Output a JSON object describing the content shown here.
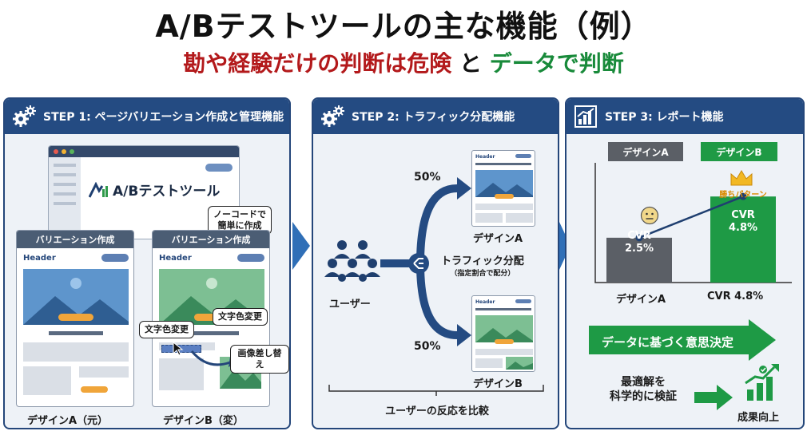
{
  "title": "A/Bテストツールの主な機能（例）",
  "subtitle": {
    "part1": "勘や経験だけの判断は危険",
    "part2": "と",
    "part3": "データで判断"
  },
  "colors": {
    "navy": "#244b82",
    "red": "#b3191b",
    "green": "#188a3a",
    "orange": "#f0a53a",
    "gray": "#5b5f66"
  },
  "step1": {
    "header": "STEP 1: ページバリエーション作成と管理機能",
    "icon": "gears-icon",
    "app_logo": "A/Bテストツール",
    "callout_nocode": "ノーコードで\n簡単に作成",
    "card_a": {
      "title": "バリエーション作成",
      "header_text": "Header",
      "caption": "デザインA（元）"
    },
    "card_b": {
      "title": "バリエーション作成",
      "header_text": "Header",
      "caption": "デザインB（変）"
    },
    "callout_textcolor_1": "文字色変更",
    "callout_textcolor_2": "文字色変更",
    "callout_image": "画像差し替え"
  },
  "step2": {
    "header": "STEP 2: トラフィック分配機能",
    "icon": "gears-icon",
    "users_label": "ユーザー",
    "split_top": "50%",
    "split_bottom": "50%",
    "traffic_title": "トラフィック分配",
    "traffic_sub": "（指定割合で配分）",
    "design_a": "デザインA",
    "design_b": "デザインB",
    "mini_header": "Header",
    "compare": "ユーザーの反応を比較"
  },
  "step3": {
    "header": "STEP 3: レポート機能",
    "icon": "report-chart-icon",
    "tag_a": "デザインA",
    "tag_b": "デザインB",
    "winner": "勝ちパターン",
    "bar_a_label": "CVR",
    "bar_a_value": "2.5%",
    "bar_b_label": "CVR",
    "bar_b_value": "4.8%",
    "axis_a": "デザインA",
    "axis_b": "CVR 4.8%",
    "decision": "データに基づく意思決定",
    "optimal": "最適解を\n科学的に検証",
    "growth": "成果向上"
  },
  "chart_data": {
    "type": "bar",
    "categories": [
      "デザインA",
      "デザインB"
    ],
    "series": [
      {
        "name": "CVR",
        "values": [
          2.5,
          4.8
        ]
      }
    ],
    "ylim": [
      0,
      6.5
    ]
  }
}
